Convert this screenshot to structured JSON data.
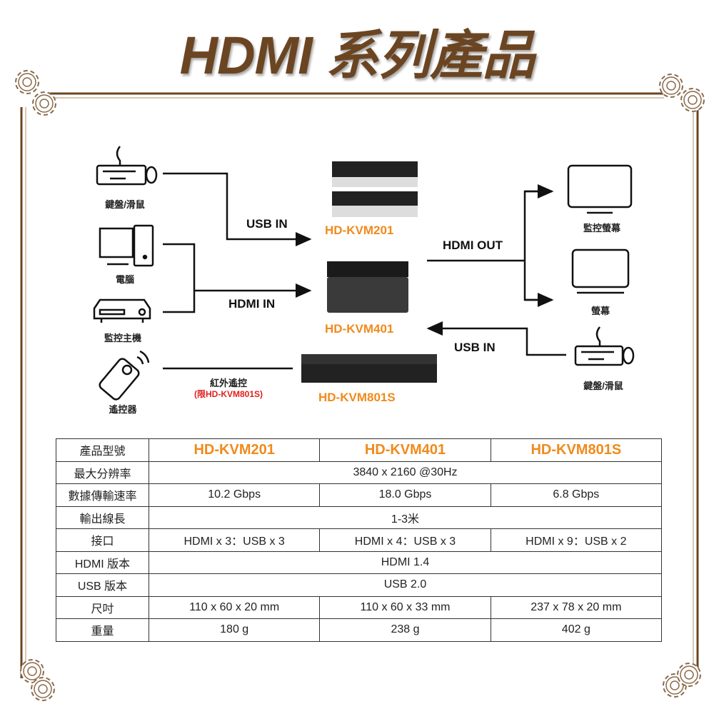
{
  "title": "HDMI 系列產品",
  "diagram": {
    "inputs": [
      {
        "label": "鍵盤/滑鼠",
        "icon": "keyboard-mouse-icon"
      },
      {
        "label": "電腦",
        "icon": "computer-icon"
      },
      {
        "label": "監控主機",
        "icon": "dvr-icon"
      },
      {
        "label": "遙控器",
        "icon": "remote-icon"
      }
    ],
    "flows": {
      "usb_in": "USB IN",
      "hdmi_in": "HDMI IN",
      "ir": "紅外遙控",
      "ir_note": "(限HD-KVM801S)",
      "hdmi_out": "HDMI OUT",
      "usb_in_right": "USB IN"
    },
    "products": [
      "HD-KVM201",
      "HD-KVM401",
      "HD-KVM801S"
    ],
    "outputs": [
      {
        "label": "監控螢幕",
        "icon": "monitor-icon"
      },
      {
        "label": "螢幕",
        "icon": "monitor-icon"
      },
      {
        "label": "鍵盤/滑鼠",
        "icon": "keyboard-mouse-icon"
      }
    ]
  },
  "table": {
    "header": {
      "label": "產品型號",
      "models": [
        "HD-KVM201",
        "HD-KVM401",
        "HD-KVM801S"
      ]
    },
    "rows": [
      {
        "label": "最大分辨率",
        "merged": "3840 x 2160 @30Hz"
      },
      {
        "label": "數據傳輸速率",
        "values": [
          "10.2 Gbps",
          "18.0 Gbps",
          "6.8 Gbps"
        ]
      },
      {
        "label": "輸出線長",
        "merged": "1-3米"
      },
      {
        "label": "接口",
        "values": [
          "HDMI x 3：USB x 3",
          "HDMI x 4：USB x 3",
          "HDMI x 9：USB x 2"
        ]
      },
      {
        "label": "HDMI  版本",
        "merged": "HDMI 1.4"
      },
      {
        "label": "USB  版本",
        "merged": "USB 2.0"
      },
      {
        "label": "尺吋",
        "values": [
          "110 x 60 x 20 mm",
          "110 x 60 x 33 mm",
          "237 x 78 x 20 mm"
        ]
      },
      {
        "label": "重量",
        "values": [
          "180 g",
          "238 g",
          "402 g"
        ]
      }
    ]
  },
  "colors": {
    "brown": "#6b4522",
    "orange": "#f08a1c",
    "red": "#e02020"
  }
}
